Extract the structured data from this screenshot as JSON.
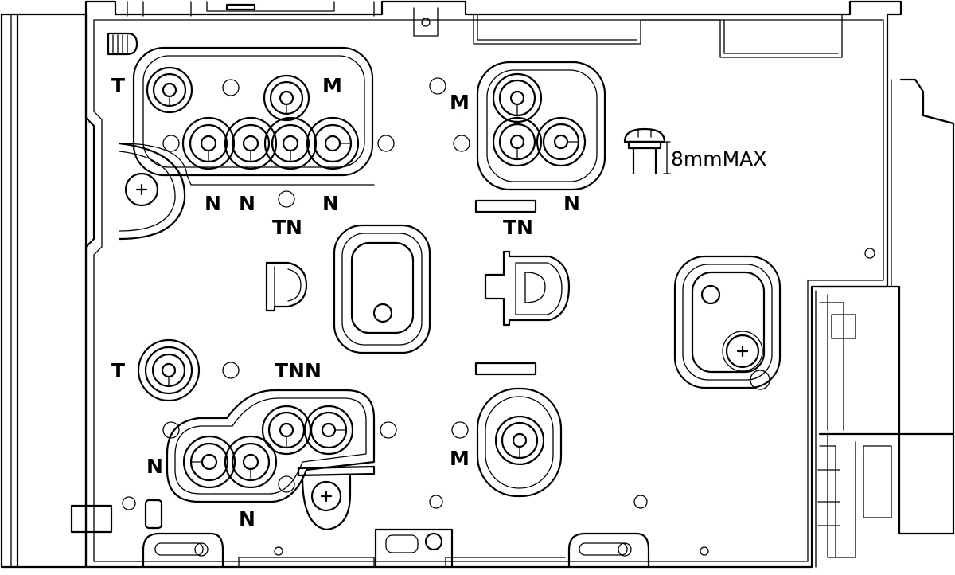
{
  "labels": {
    "t_top": "T",
    "m_top_left": "M",
    "n1": "N",
    "n2": "N",
    "n3": "N",
    "tn_left": "TN",
    "m_top_right": "M",
    "tn_right": "TN",
    "n_right": "N",
    "t_mid": "T",
    "tnn": "TNN",
    "n_low_left": "N",
    "m_low": "M",
    "n_bottom": "N",
    "screw_max": "8mmMAX"
  }
}
